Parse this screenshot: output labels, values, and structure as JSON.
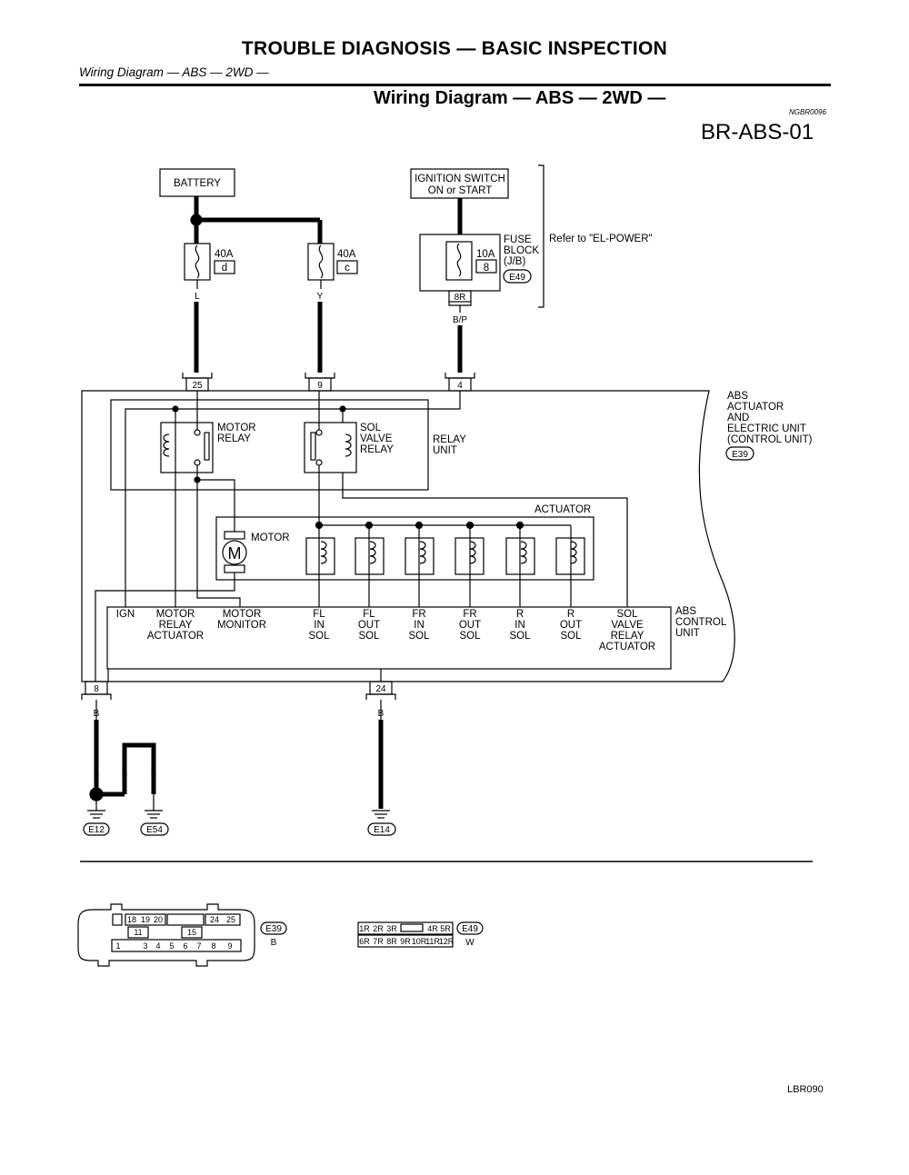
{
  "header": {
    "title": "TROUBLE DIAGNOSIS — BASIC INSPECTION",
    "subtitle": "Wiring Diagram — ABS — 2WD —"
  },
  "section": {
    "title": "Wiring Diagram — ABS — 2WD —",
    "code": "NGBR0096",
    "diagram_id": "BR-ABS-01"
  },
  "power": {
    "battery": "BATTERY",
    "ignition_line1": "IGNITION SWITCH",
    "ignition_line2": "ON or START",
    "fuse_left": {
      "amp": "40A",
      "id": "d",
      "wire": "L"
    },
    "fuse_mid": {
      "amp": "40A",
      "id": "c",
      "wire": "Y"
    },
    "fuse_block": {
      "amp": "10A",
      "id": "8",
      "label1": "FUSE",
      "label2": "BLOCK",
      "label3": "(J/B)",
      "connector": "E49",
      "pin": "8R",
      "wire": "B/P"
    },
    "refer": "Refer to \"EL-POWER\""
  },
  "pins": {
    "p25": "25",
    "p9": "9",
    "p4": "4",
    "p8": "8",
    "p24": "24"
  },
  "unit": {
    "l1": "ABS",
    "l2": "ACTUATOR",
    "l3": "AND",
    "l4": "ELECTRIC UNIT",
    "l5": "(CONTROL UNIT)",
    "connector": "E39"
  },
  "relays": {
    "motor1": "MOTOR",
    "motor2": "RELAY",
    "sol1": "SOL",
    "sol2": "VALVE",
    "sol3": "RELAY",
    "unit1": "RELAY",
    "unit2": "UNIT"
  },
  "actuator": {
    "label": "ACTUATOR",
    "motor": "MOTOR",
    "motor_symbol": "M"
  },
  "control": {
    "l1": "ABS",
    "l2": "CONTROL",
    "l3": "UNIT",
    "terminals": [
      {
        "a": "IGN",
        "b": "",
        "c": ""
      },
      {
        "a": "MOTOR",
        "b": "RELAY",
        "c": "ACTUATOR"
      },
      {
        "a": "MOTOR",
        "b": "MONITOR",
        "c": ""
      },
      {
        "a": "FL",
        "b": "IN",
        "c": "SOL"
      },
      {
        "a": "FL",
        "b": "OUT",
        "c": "SOL"
      },
      {
        "a": "FR",
        "b": "IN",
        "c": "SOL"
      },
      {
        "a": "FR",
        "b": "OUT",
        "c": "SOL"
      },
      {
        "a": "R",
        "b": "IN",
        "c": "SOL"
      },
      {
        "a": "R",
        "b": "OUT",
        "c": "SOL"
      },
      {
        "a": "SOL",
        "b": "VALVE",
        "c": "RELAY",
        "d": "ACTUATOR"
      }
    ]
  },
  "grounds": {
    "wire": "B",
    "g1": "E12",
    "g2": "E54",
    "g3": "E14"
  },
  "connectors": {
    "e39": {
      "id": "E39",
      "color": "B",
      "row1": [
        "18",
        "19",
        "20",
        "24",
        "25"
      ],
      "row2": [
        "11",
        "15"
      ],
      "row3": [
        "1",
        "3",
        "4",
        "5",
        "6",
        "7",
        "8",
        "9"
      ]
    },
    "e49": {
      "id": "E49",
      "color": "W",
      "row1": [
        "1R",
        "2R",
        "3R",
        "4R",
        "5R"
      ],
      "row2": [
        "6R",
        "7R",
        "8R",
        "9R",
        "10R",
        "11R",
        "12R"
      ]
    }
  },
  "footer": {
    "code": "LBR090"
  }
}
